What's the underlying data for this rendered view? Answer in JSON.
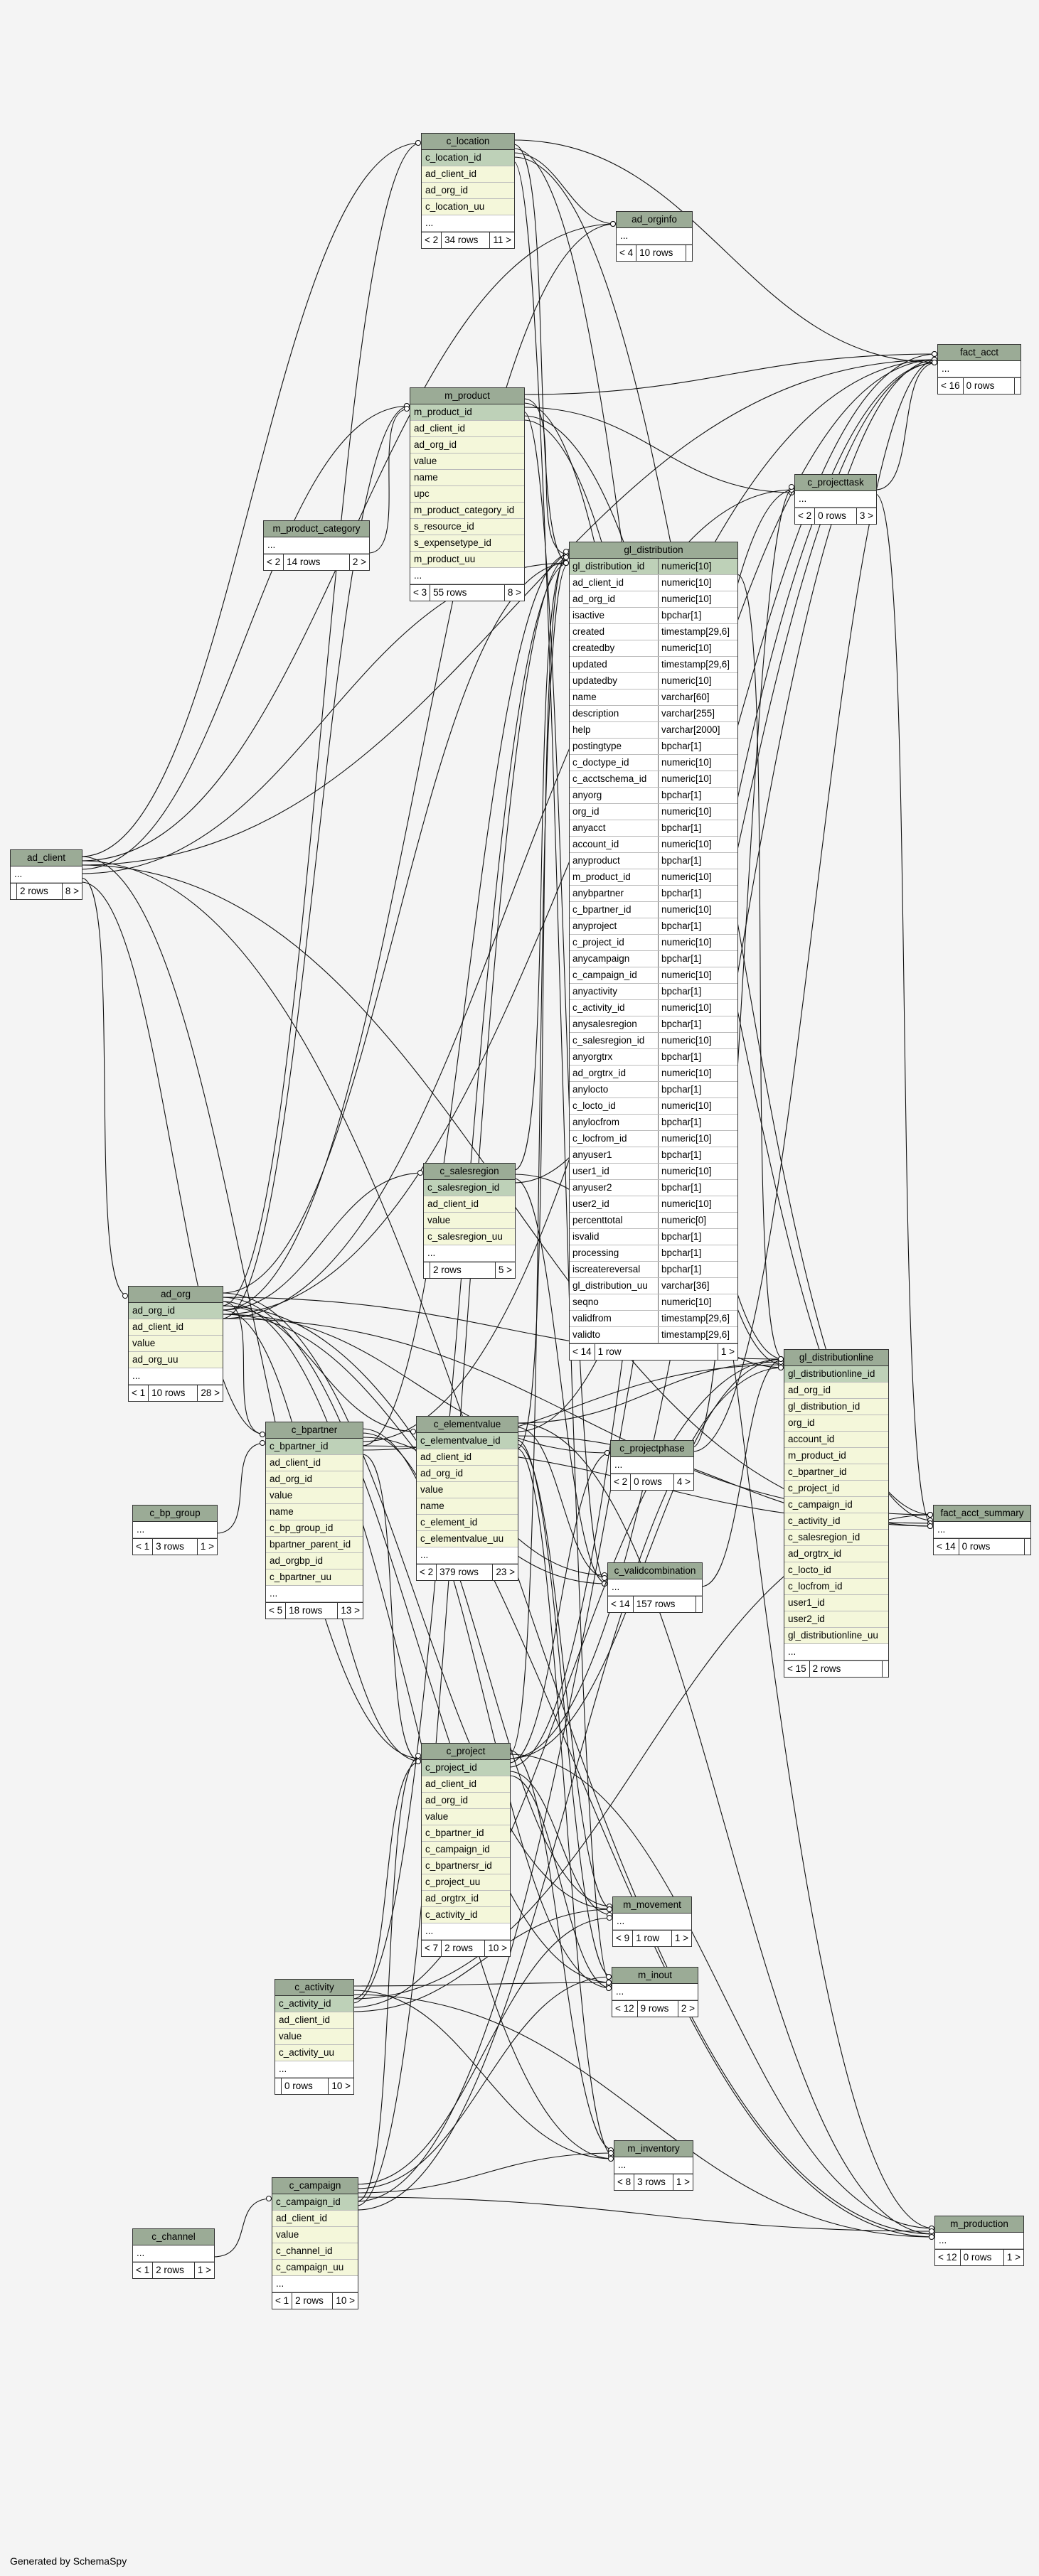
{
  "footer": "Generated by SchemaSpy",
  "ellipsis": "...",
  "tables": {
    "ad_client": {
      "name": "ad_client",
      "rows": [],
      "footer": [
        "",
        "2 rows",
        "8 >"
      ]
    },
    "c_location": {
      "name": "c_location",
      "pk": "c_location_id",
      "rows": [
        "ad_client_id",
        "ad_org_id",
        "c_location_uu"
      ],
      "footer": [
        "< 2",
        "34 rows",
        "11 >"
      ]
    },
    "ad_orginfo": {
      "name": "ad_orginfo",
      "rows": [],
      "footer": [
        "< 4",
        "10 rows",
        ""
      ]
    },
    "fact_acct": {
      "name": "fact_acct",
      "rows": [],
      "footer": [
        "< 16",
        "0 rows",
        ""
      ]
    },
    "m_product": {
      "name": "m_product",
      "pk": "m_product_id",
      "rows": [
        "ad_client_id",
        "ad_org_id",
        "value",
        "name",
        "upc",
        "m_product_category_id",
        "s_resource_id",
        "s_expensetype_id",
        "m_product_uu"
      ],
      "footer": [
        "< 3",
        "55 rows",
        "8 >"
      ]
    },
    "m_product_category": {
      "name": "m_product_category",
      "rows": [],
      "footer": [
        "< 2",
        "14 rows",
        "2 >"
      ]
    },
    "c_projecttask": {
      "name": "c_projecttask",
      "rows": [],
      "footer": [
        "< 2",
        "0 rows",
        "3 >"
      ]
    },
    "gl_distribution": {
      "name": "gl_distribution",
      "columns": [
        [
          "gl_distribution_id",
          "numeric[10]"
        ],
        [
          "ad_client_id",
          "numeric[10]"
        ],
        [
          "ad_org_id",
          "numeric[10]"
        ],
        [
          "isactive",
          "bpchar[1]"
        ],
        [
          "created",
          "timestamp[29,6]"
        ],
        [
          "createdby",
          "numeric[10]"
        ],
        [
          "updated",
          "timestamp[29,6]"
        ],
        [
          "updatedby",
          "numeric[10]"
        ],
        [
          "name",
          "varchar[60]"
        ],
        [
          "description",
          "varchar[255]"
        ],
        [
          "help",
          "varchar[2000]"
        ],
        [
          "postingtype",
          "bpchar[1]"
        ],
        [
          "c_doctype_id",
          "numeric[10]"
        ],
        [
          "c_acctschema_id",
          "numeric[10]"
        ],
        [
          "anyorg",
          "bpchar[1]"
        ],
        [
          "org_id",
          "numeric[10]"
        ],
        [
          "anyacct",
          "bpchar[1]"
        ],
        [
          "account_id",
          "numeric[10]"
        ],
        [
          "anyproduct",
          "bpchar[1]"
        ],
        [
          "m_product_id",
          "numeric[10]"
        ],
        [
          "anybpartner",
          "bpchar[1]"
        ],
        [
          "c_bpartner_id",
          "numeric[10]"
        ],
        [
          "anyproject",
          "bpchar[1]"
        ],
        [
          "c_project_id",
          "numeric[10]"
        ],
        [
          "anycampaign",
          "bpchar[1]"
        ],
        [
          "c_campaign_id",
          "numeric[10]"
        ],
        [
          "anyactivity",
          "bpchar[1]"
        ],
        [
          "c_activity_id",
          "numeric[10]"
        ],
        [
          "anysalesregion",
          "bpchar[1]"
        ],
        [
          "c_salesregion_id",
          "numeric[10]"
        ],
        [
          "anyorgtrx",
          "bpchar[1]"
        ],
        [
          "ad_orgtrx_id",
          "numeric[10]"
        ],
        [
          "anylocto",
          "bpchar[1]"
        ],
        [
          "c_locto_id",
          "numeric[10]"
        ],
        [
          "anylocfrom",
          "bpchar[1]"
        ],
        [
          "c_locfrom_id",
          "numeric[10]"
        ],
        [
          "anyuser1",
          "bpchar[1]"
        ],
        [
          "user1_id",
          "numeric[10]"
        ],
        [
          "anyuser2",
          "bpchar[1]"
        ],
        [
          "user2_id",
          "numeric[10]"
        ],
        [
          "percenttotal",
          "numeric[0]"
        ],
        [
          "isvalid",
          "bpchar[1]"
        ],
        [
          "processing",
          "bpchar[1]"
        ],
        [
          "iscreatereversal",
          "bpchar[1]"
        ],
        [
          "gl_distribution_uu",
          "varchar[36]"
        ],
        [
          "seqno",
          "numeric[10]"
        ],
        [
          "validfrom",
          "timestamp[29,6]"
        ],
        [
          "validto",
          "timestamp[29,6]"
        ]
      ],
      "footer": [
        "< 14",
        "1 row",
        "1 >"
      ]
    },
    "ad_org": {
      "name": "ad_org",
      "pk": "ad_org_id",
      "rows": [
        "ad_client_id",
        "value",
        "ad_org_uu"
      ],
      "footer": [
        "< 1",
        "10 rows",
        "28 >"
      ]
    },
    "c_salesregion": {
      "name": "c_salesregion",
      "pk": "c_salesregion_id",
      "rows": [
        "ad_client_id",
        "value",
        "c_salesregion_uu"
      ],
      "footer": [
        "",
        "2 rows",
        "5 >"
      ]
    },
    "gl_distributionline": {
      "name": "gl_distributionline",
      "pk": "gl_distributionline_id",
      "rows": [
        "ad_org_id",
        "gl_distribution_id",
        "org_id",
        "account_id",
        "m_product_id",
        "c_bpartner_id",
        "c_project_id",
        "c_campaign_id",
        "c_activity_id",
        "c_salesregion_id",
        "ad_orgtrx_id",
        "c_locto_id",
        "c_locfrom_id",
        "user1_id",
        "user2_id",
        "gl_distributionline_uu"
      ],
      "footer": [
        "< 15",
        "2 rows",
        ""
      ]
    },
    "c_bpartner": {
      "name": "c_bpartner",
      "pk": "c_bpartner_id",
      "rows": [
        "ad_client_id",
        "ad_org_id",
        "value",
        "name",
        "c_bp_group_id",
        "bpartner_parent_id",
        "ad_orgbp_id",
        "c_bpartner_uu"
      ],
      "footer": [
        "< 5",
        "18 rows",
        "13 >"
      ]
    },
    "c_elementvalue": {
      "name": "c_elementvalue",
      "pk": "c_elementvalue_id",
      "rows": [
        "ad_client_id",
        "ad_org_id",
        "value",
        "name",
        "c_element_id",
        "c_elementvalue_uu"
      ],
      "footer": [
        "< 2",
        "379 rows",
        "23 >"
      ]
    },
    "c_projectphase": {
      "name": "c_projectphase",
      "rows": [],
      "footer": [
        "< 2",
        "0 rows",
        "4 >"
      ]
    },
    "fact_acct_summary": {
      "name": "fact_acct_summary",
      "rows": [],
      "footer": [
        "< 14",
        "0 rows",
        ""
      ]
    },
    "c_bp_group": {
      "name": "c_bp_group",
      "rows": [],
      "footer": [
        "< 1",
        "3 rows",
        "1 >"
      ]
    },
    "c_validcombination": {
      "name": "c_validcombination",
      "rows": [],
      "footer": [
        "< 14",
        "157 rows",
        ""
      ]
    },
    "c_project": {
      "name": "c_project",
      "pk": "c_project_id",
      "rows": [
        "ad_client_id",
        "ad_org_id",
        "value",
        "c_bpartner_id",
        "c_campaign_id",
        "c_bpartnersr_id",
        "c_project_uu",
        "ad_orgtrx_id",
        "c_activity_id"
      ],
      "footer": [
        "< 7",
        "2 rows",
        "10 >"
      ]
    },
    "m_movement": {
      "name": "m_movement",
      "rows": [],
      "footer": [
        "< 9",
        "1 row",
        "1 >"
      ]
    },
    "m_inout": {
      "name": "m_inout",
      "rows": [],
      "footer": [
        "< 12",
        "9 rows",
        "2 >"
      ]
    },
    "c_activity": {
      "name": "c_activity",
      "pk": "c_activity_id",
      "rows": [
        "ad_client_id",
        "value",
        "c_activity_uu"
      ],
      "footer": [
        "",
        "0 rows",
        "10 >"
      ]
    },
    "m_inventory": {
      "name": "m_inventory",
      "rows": [],
      "footer": [
        "< 8",
        "3 rows",
        "1 >"
      ]
    },
    "c_campaign": {
      "name": "c_campaign",
      "pk": "c_campaign_id",
      "rows": [
        "ad_client_id",
        "value",
        "c_channel_id",
        "c_campaign_uu"
      ],
      "footer": [
        "< 1",
        "2 rows",
        "10 >"
      ]
    },
    "c_channel": {
      "name": "c_channel",
      "rows": [],
      "footer": [
        "< 1",
        "2 rows",
        "1 >"
      ]
    },
    "m_production": {
      "name": "m_production",
      "rows": [],
      "footer": [
        "< 12",
        "0 rows",
        "1 >"
      ]
    }
  }
}
